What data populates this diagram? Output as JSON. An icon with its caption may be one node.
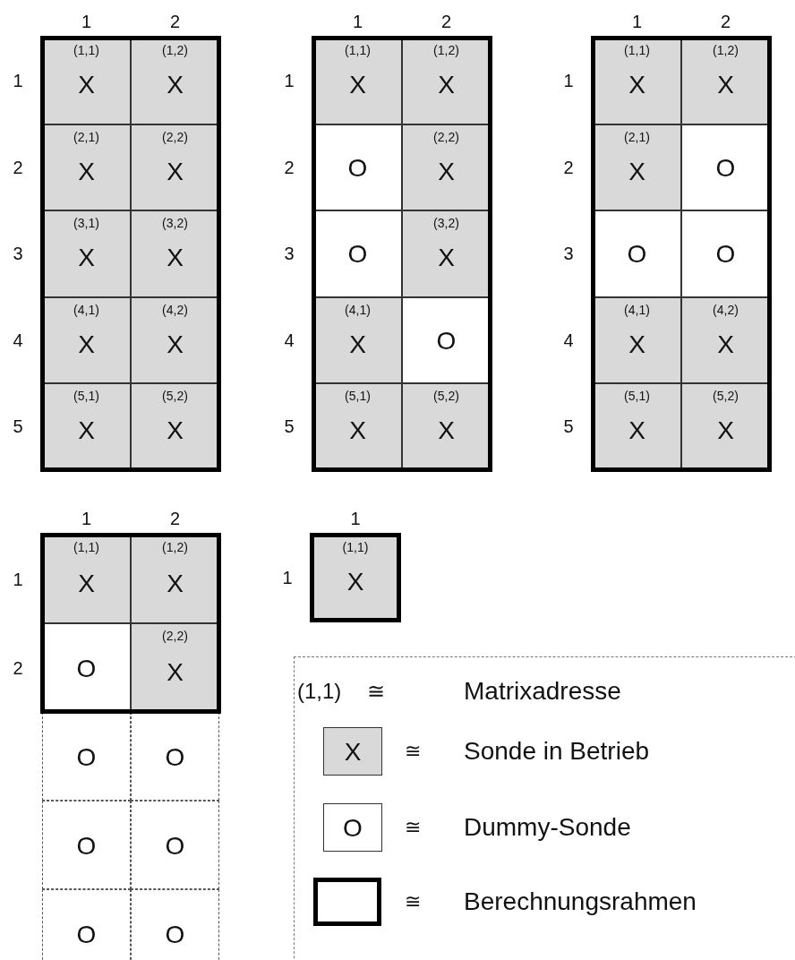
{
  "diagram": {
    "labels": [
      "1",
      "2",
      "1",
      "(1,1)",
      "X",
      "(1,2)",
      "X",
      "2",
      "(2,1)",
      "X",
      "(2,2)",
      "X",
      "3",
      "(3,1)",
      "X",
      "(3,2)",
      "X",
      "4",
      "(4,1)",
      "X",
      "(4,2)",
      "X",
      "5",
      "(5,1)",
      "X",
      "(5,2)",
      "X",
      "1",
      "2",
      "1",
      "(1,1)",
      "X",
      "(1,2)",
      "X",
      "2",
      "O",
      "(2,2)",
      "X",
      "3",
      "O",
      "(3,2)",
      "X",
      "4",
      "(4,1)",
      "X",
      "O",
      "5",
      "(5,1)",
      "X",
      "(5,2)",
      "X",
      "1",
      "2",
      "1",
      "(1,1)",
      "X",
      "(1,2)",
      "X",
      "2",
      "(2,1)",
      "X",
      "O",
      "3",
      "O",
      "O",
      "4",
      "(4,1)",
      "X",
      "(4,2)",
      "X",
      "5",
      "(5,1)",
      "X",
      "(5,2)",
      "X",
      "1",
      "2",
      "1",
      "(1,1)",
      "X",
      "(1,2)",
      "X",
      "2",
      "O",
      "(2,2)",
      "X",
      "O",
      "O",
      "O",
      "O",
      "O",
      "O",
      "1",
      "1",
      "(1,1)",
      "X",
      "(1,1)",
      "≅",
      "X",
      "≅",
      "O",
      "≅",
      "≅"
    ],
    "legend": [
      {
        "text": "Matrixadresse"
      },
      {
        "text": "Sonde in Betrieb",
        "color": "#d9d9d9"
      },
      {
        "text": "Dummy-Sonde",
        "color": "#ffffff"
      },
      {
        "text": "Berechnungsrahmen"
      }
    ]
  }
}
